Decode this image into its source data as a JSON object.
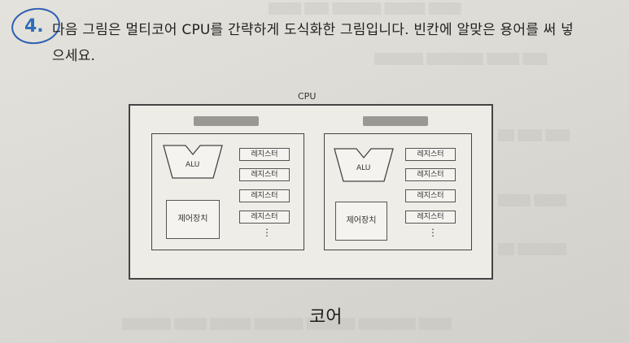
{
  "question": {
    "number": "4.",
    "line1": "다음 그림은 멀티코어 CPU를 간략하게 도식화한 그림입니다. 빈칸에 알맞은 용어를 써 넣",
    "line2": "으세요."
  },
  "diagram": {
    "cpu_label": "CPU",
    "cores": [
      {
        "alu_label": "ALU",
        "control_label": "제어장치",
        "registers": [
          "레지스터",
          "레지스터",
          "레지스터",
          "레지스터"
        ],
        "ellipsis": "⋮"
      },
      {
        "alu_label": "ALU",
        "control_label": "제어장치",
        "registers": [
          "레지스터",
          "레지스터",
          "레지스터",
          "레지스터"
        ],
        "ellipsis": "⋮"
      }
    ]
  },
  "handwritten_answer": "코어"
}
